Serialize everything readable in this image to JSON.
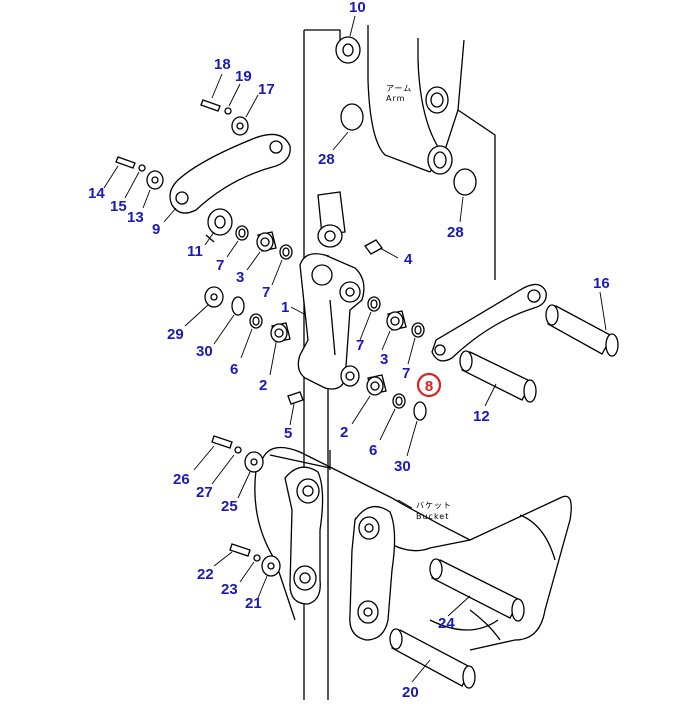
{
  "labels": {
    "arm_jp": "アーム",
    "arm_en": "Arm",
    "bucket_jp": "バケット",
    "bucket_en": "Bucket"
  },
  "callouts": {
    "c10": "10",
    "c18": "18",
    "c19": "19",
    "c17": "17",
    "c28a": "28",
    "c14": "14",
    "c15": "15",
    "c13": "13",
    "c9": "9",
    "c28b": "28",
    "c11": "11",
    "c7a": "7",
    "c3a": "3",
    "c7b": "7",
    "c4": "4",
    "c1": "1",
    "c16": "16",
    "c29": "29",
    "c30a": "30",
    "c6a": "6",
    "c2a": "2",
    "c7c": "7",
    "c3b": "3",
    "c7d": "7",
    "c8": "8",
    "c12": "12",
    "c5": "5",
    "c2b": "2",
    "c6b": "6",
    "c30b": "30",
    "c26": "26",
    "c27": "27",
    "c25": "25",
    "c22": "22",
    "c23": "23",
    "c21": "21",
    "c24": "24",
    "c20": "20"
  },
  "highlighted_part": "8",
  "colors": {
    "callout": "#1a1ab8",
    "highlight": "#e02020",
    "line": "#000000"
  }
}
